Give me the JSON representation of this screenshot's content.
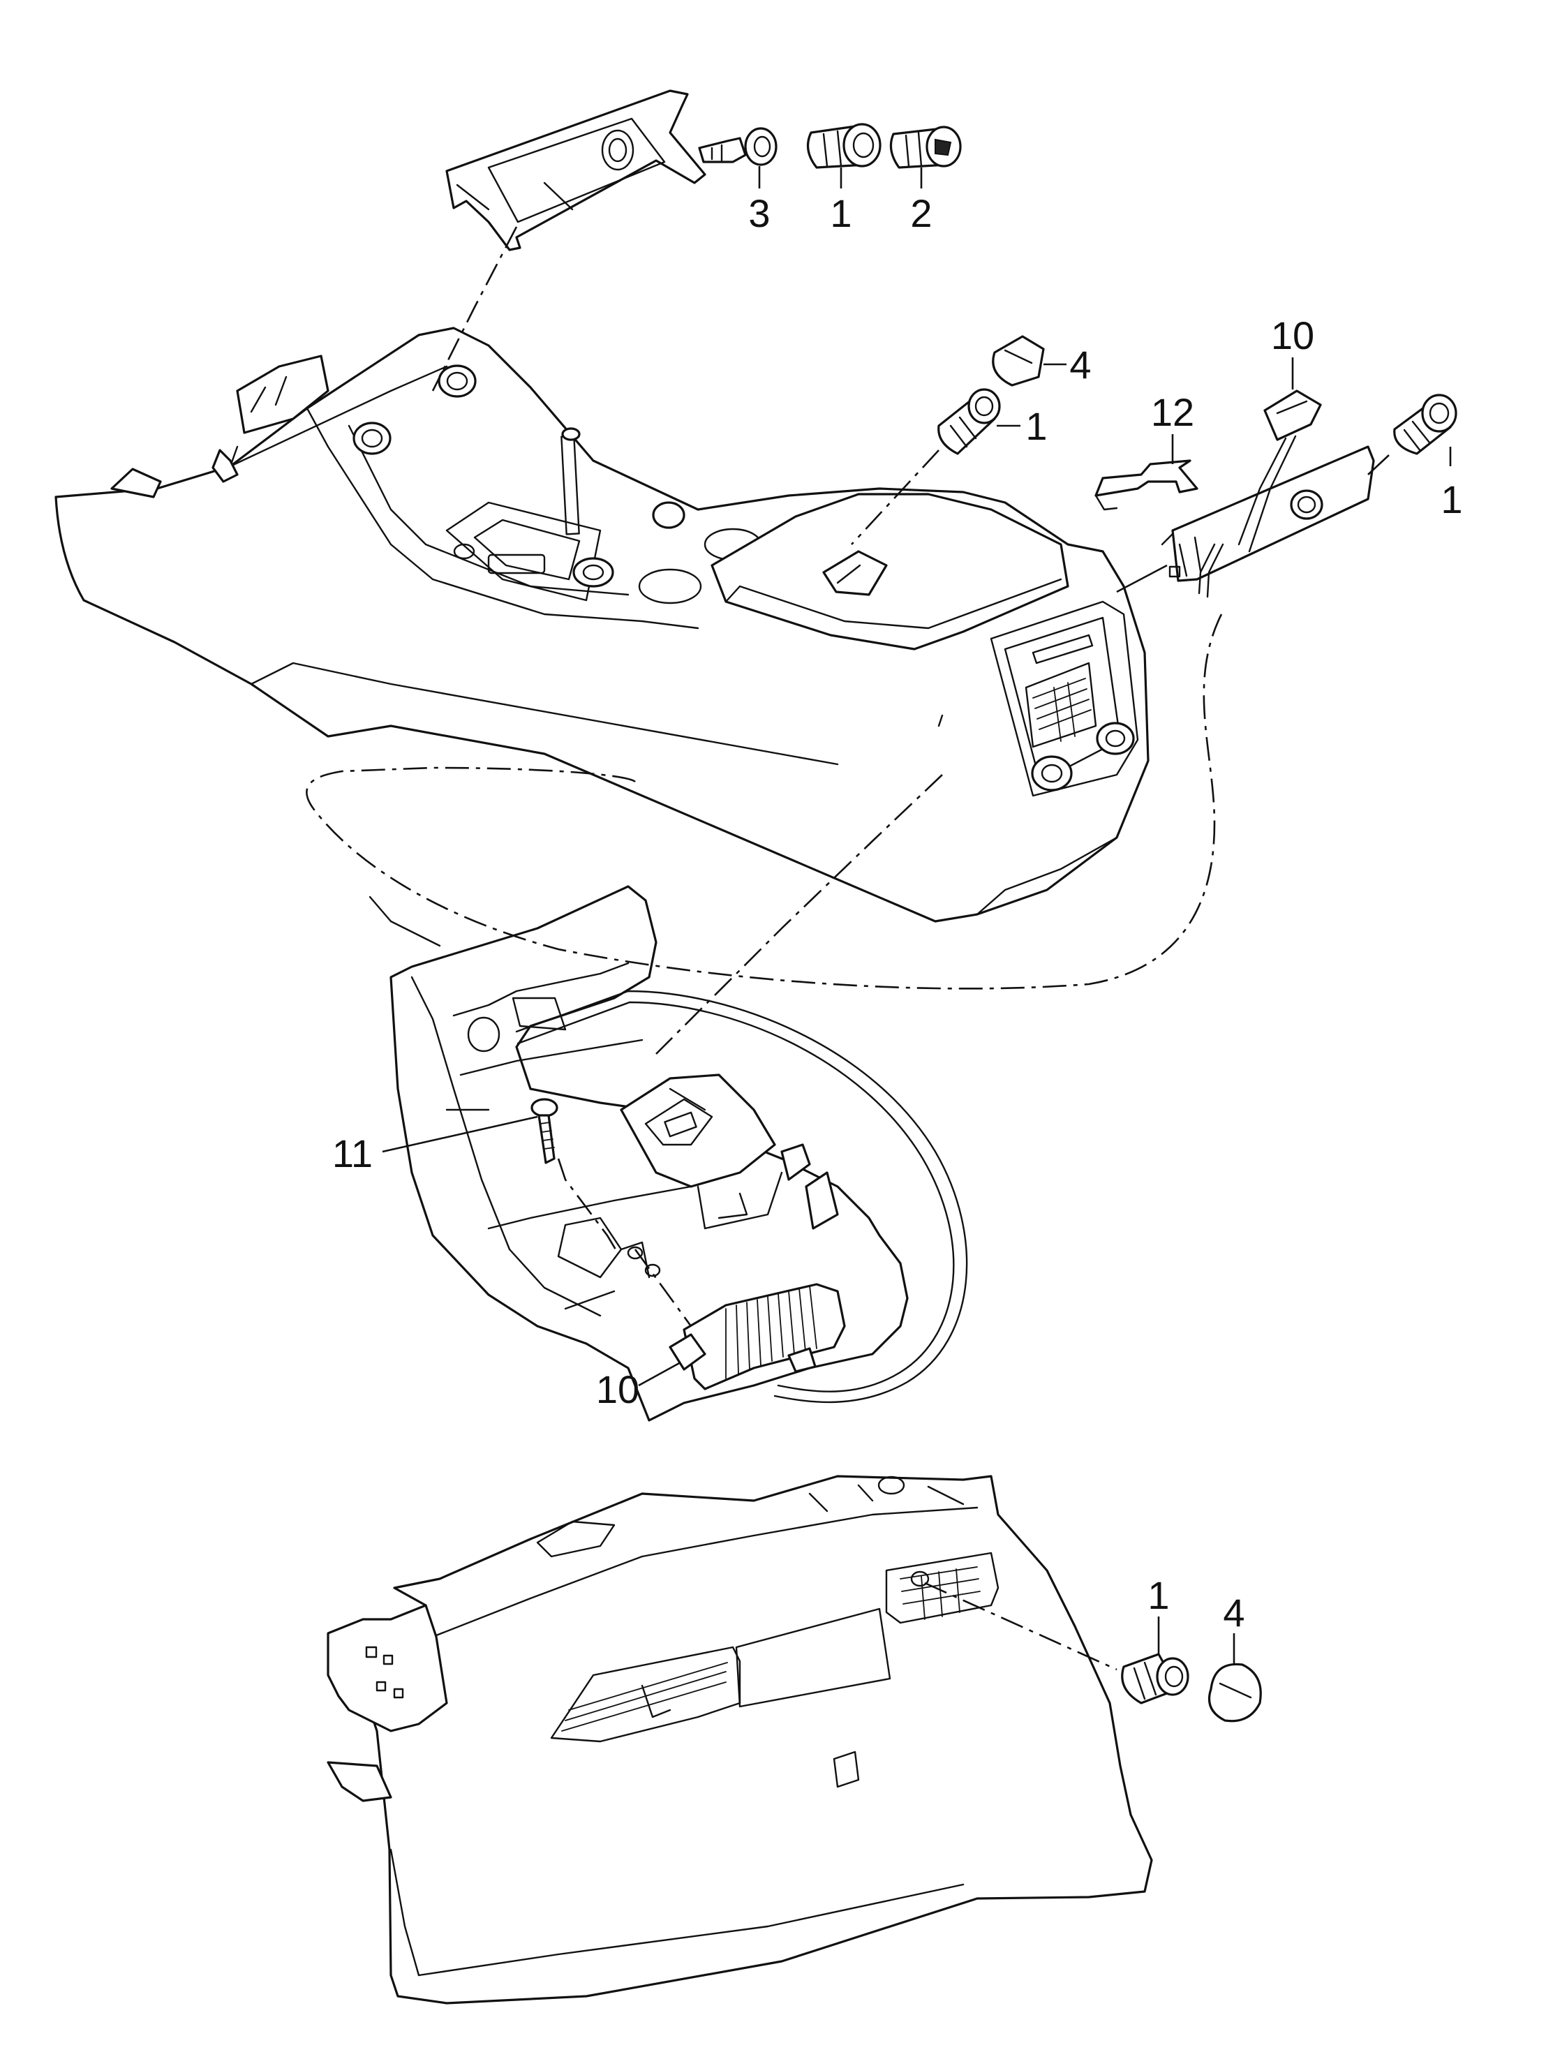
{
  "diagram": {
    "callouts": [
      {
        "id": "c1",
        "label": "3"
      },
      {
        "id": "c2",
        "label": "1"
      },
      {
        "id": "c3",
        "label": "2"
      },
      {
        "id": "c4",
        "label": "4"
      },
      {
        "id": "c5",
        "label": "1"
      },
      {
        "id": "c6",
        "label": "10"
      },
      {
        "id": "c7",
        "label": "12"
      },
      {
        "id": "c8",
        "label": "1"
      },
      {
        "id": "c9",
        "label": "11"
      },
      {
        "id": "c10",
        "label": "10"
      },
      {
        "id": "c11",
        "label": "1"
      },
      {
        "id": "c12",
        "label": "4"
      }
    ]
  }
}
